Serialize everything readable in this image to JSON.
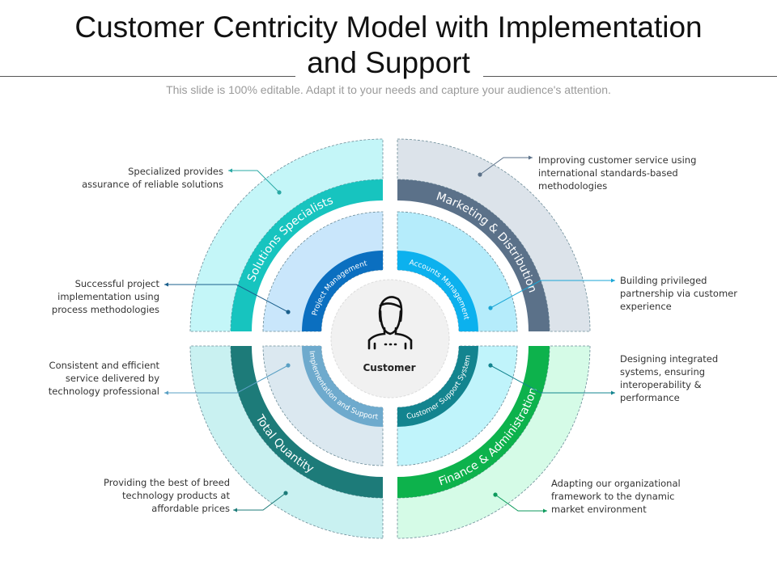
{
  "header": {
    "title_line1": "Customer Centricity Model with Implementation",
    "title_line2": "and Support",
    "subtitle": "This slide is 100% editable. Adapt it to your needs and capture your audience's attention."
  },
  "center": {
    "label": "Customer",
    "icon": "person-icon"
  },
  "quadrants": {
    "top_left": {
      "outer_label": "Solutions Specialists",
      "inner_label": "Project Management",
      "colors": {
        "outer": "#c4f6f8",
        "band": "#17c4bf",
        "middle": "#c9e6fb",
        "inner": "#0b6fc0"
      }
    },
    "top_right": {
      "outer_label": "Marketing & Distribution",
      "inner_label": "Accounts Management",
      "colors": {
        "outer": "#dce3ea",
        "band": "#5b7189",
        "middle": "#b5ecfb",
        "inner": "#0cb1ee"
      }
    },
    "bottom_left": {
      "outer_label": "Total Quantity",
      "inner_label": "Implementation and Support",
      "colors": {
        "outer": "#c9f1f1",
        "band": "#1d7b79",
        "middle": "#dbe8f0",
        "inner": "#6eaacd"
      }
    },
    "bottom_right": {
      "outer_label": "Finance & Administration",
      "inner_label": "Customer Support System",
      "colors": {
        "outer": "#d5fbe7",
        "band": "#0db24c",
        "middle": "#c0f4fb",
        "inner": "#13848f"
      }
    }
  },
  "notes": {
    "tl_outer": "Specialized provides\nassurance of reliable solutions",
    "tl_middle": "Successful project\nimplementation using\nprocess methodologies",
    "bl_middle": "Consistent and efficient\nservice delivered by\ntechnology professional",
    "bl_outer": "Providing the best of breed\ntechnology products at\naffordable prices",
    "tr_outer": "Improving customer service using\ninternational standards-based\nmethodologies",
    "tr_middle": "Building privileged\npartnership via customer\nexperience",
    "br_middle": "Designing integrated\nsystems, ensuring\ninteroperability &\nperformance",
    "br_outer": "Adapting our organizational\nframework to the dynamic\nmarket environment"
  }
}
